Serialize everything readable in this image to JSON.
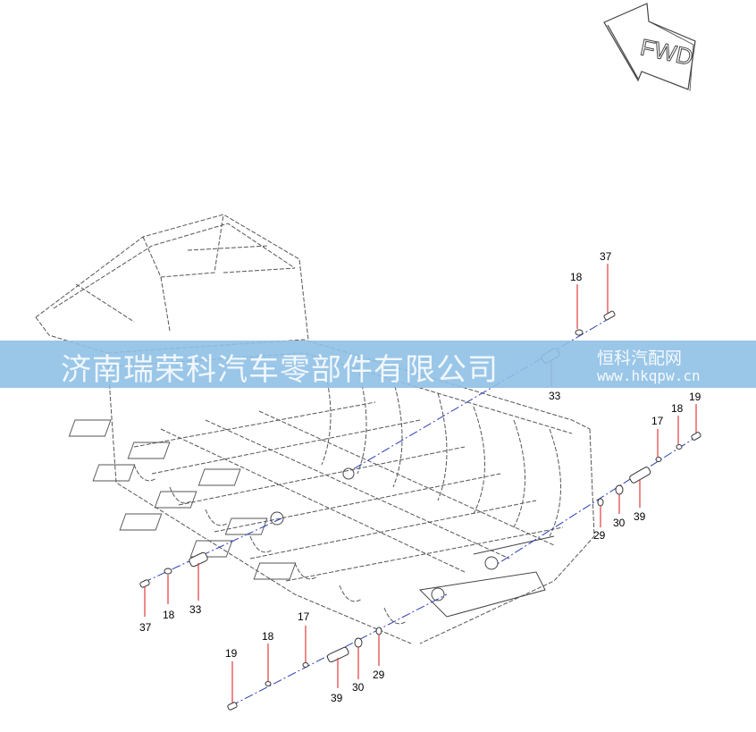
{
  "fwd_label": "FWD",
  "watermark": {
    "company": "济南瑞荣科汽车零部件有限公司",
    "brand": "恒科汽配网",
    "url": "www.hkqpw.cn"
  },
  "colors": {
    "band": "#8fc0e6",
    "leader": "#e23b3b",
    "centerline": "#2b3fb5",
    "lines": "#555555"
  },
  "callouts": {
    "c37_top": "37",
    "c18_top": "18",
    "c33_right": "33",
    "c19_right": "19",
    "c18_right": "18",
    "c17_right": "17",
    "c39_right": "39",
    "c30_right": "30",
    "c29_right": "29",
    "c37_left": "37",
    "c18_left": "18",
    "c33_left": "33",
    "c17_bottom": "17",
    "c18_bottom": "18",
    "c19_bottom": "19",
    "c39_bottom": "39",
    "c30_bottom": "30",
    "c29_bottom": "29"
  }
}
